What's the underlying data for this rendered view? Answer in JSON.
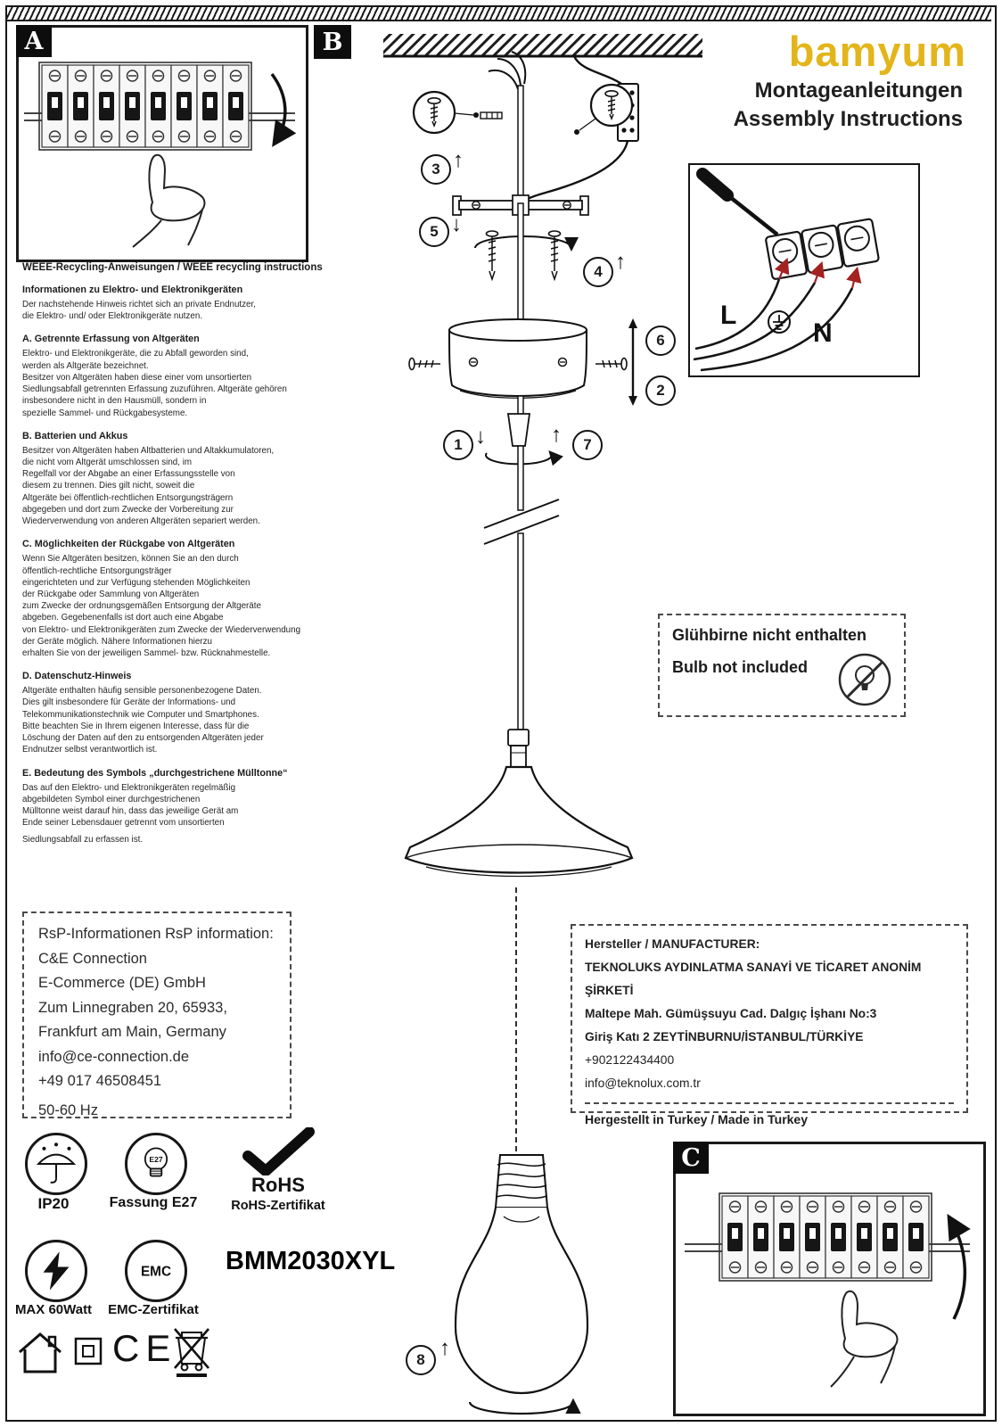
{
  "header": {
    "brand": "bamyum",
    "brand_color": "#e3b51b",
    "subtitle_de": "Montageanleitungen",
    "subtitle_en": "Assembly Instructions"
  },
  "panel_labels": {
    "a": "A",
    "b": "B",
    "c": "C"
  },
  "weee": {
    "title": "WEEE-Recycling-Anweisungen / WEEE recycling instructions",
    "sections": [
      {
        "heading": "Informationen zu Elektro- und Elektronikgeräten",
        "body": "Der nachstehende Hinweis richtet sich an private Endnutzer,\ndie Elektro- und/ oder Elektronikgeräte nutzen."
      },
      {
        "heading": "A. Getrennte Erfassung von Altgeräten",
        "body": "Elektro- und Elektronikgeräte, die zu Abfall geworden sind,\nwerden als Altgeräte bezeichnet.\nBesitzer von Altgeräten haben diese einer vom unsortierten\nSiedlungsabfall getrennten Erfassung zuzuführen. Altgeräte gehören\ninsbesondere nicht in den Hausmüll, sondern in\nspezielle Sammel- und Rückgabesysteme."
      },
      {
        "heading": "B. Batterien und Akkus",
        "body": "Besitzer von Altgeräten haben Altbatterien und Altakkumulatoren,\ndie nicht vom Altgerät umschlossen sind, im\nRegelfall vor der Abgabe an einer Erfassungsstelle von\ndiesem zu trennen. Dies gilt nicht, soweit die\nAltgeräte bei öffentlich-rechtlichen Entsorgungsträgern\nabgegeben und dort zum Zwecke der Vorbereitung zur\nWiederverwendung von anderen Altgeräten separiert werden."
      },
      {
        "heading": "C. Möglichkeiten der Rückgabe von Altgeräten",
        "body": "Wenn Sie Altgeräten besitzen, können Sie an den durch\nöffentlich-rechtliche Entsorgungsträger\neingerichteten und zur Verfügung stehenden Möglichkeiten\nder Rückgabe oder Sammlung von Altgeräten\nzum Zwecke der ordnungsgemäßen Entsorgung der Altgeräte\nabgeben. Gegebenenfalls ist dort auch eine Abgabe\nvon Elektro- und Elektronikgeräten zum Zwecke der Wiederverwendung\nder Geräte möglich. Nähere Informationen hierzu\nerhalten Sie von der jeweiligen Sammel- bzw. Rücknahmestelle."
      },
      {
        "heading": "D. Datenschutz-Hinweis",
        "body": "Altgeräte enthalten häufig sensible personenbezogene Daten.\nDies gilt insbesondere für Geräte der Informations- und\nTelekommunikationstechnik wie Computer und Smartphones.\nBitte beachten Sie in Ihrem eigenen Interesse, dass für die\nLöschung der Daten auf den zu entsorgenden Altgeräten jeder\nEndnutzer selbst verantwortlich ist."
      },
      {
        "heading": "E. Bedeutung des Symbols „durchgestrichene Mülltonne“",
        "body": "Das auf den Elektro- und Elektronikgeräten regelmäßig\nabgebildeten Symbol einer durchgestrichenen\nMülltonne weist darauf hin, dass das jeweilige Gerät am\nEnde seiner Lebensdauer getrennt vom unsortierten"
      },
      {
        "heading": "",
        "body": "Siedlungsabfall zu erfassen ist."
      }
    ]
  },
  "steps": [
    "1",
    "2",
    "3",
    "4",
    "5",
    "6",
    "7",
    "8"
  ],
  "icons": {
    "up": "↑",
    "down": "↓"
  },
  "wiring": {
    "l": "L",
    "n": "N"
  },
  "bulb_note": {
    "de": "Glühbirne nicht enthalten",
    "en": "Bulb not included"
  },
  "rsp": {
    "lines": [
      "RsP-Informationen RsP information:",
      "C&E Connection",
      "E-Commerce (DE) GmbH",
      "Zum Linnegraben 20, 65933,",
      "Frankfurt am Main, Germany",
      "info@ce-connection.de",
      "+49 017 46508451",
      "50-60 Hz"
    ]
  },
  "manufacturer": {
    "lines": [
      "Hersteller / MANUFACTURER:",
      "TEKNOLUKS AYDINLATMA SANAYİ VE TİCARET ANONİM ŞİRKETİ",
      "Maltepe Mah. Gümüşsuyu Cad. Dalgıç İşhanı No:3",
      "Giriş Katı 2 ZEYTİNBURNU/İSTANBUL/TÜRKİYE",
      "+902122434400",
      "info@teknolux.com.tr"
    ],
    "footer": "Hergestellt in Turkey / Made in Turkey"
  },
  "certs": {
    "ip20": "IP20",
    "e27_inner": "E27",
    "e27_label": "Fassung E27",
    "rohs": "RoHS",
    "rohs_cert": "RoHS-Zertifikat",
    "emc": "EMC",
    "emc_cert": "EMC-Zertifikat",
    "max_watt": "MAX 60Watt",
    "model": "BMM2030XYL",
    "ce": "CE"
  }
}
